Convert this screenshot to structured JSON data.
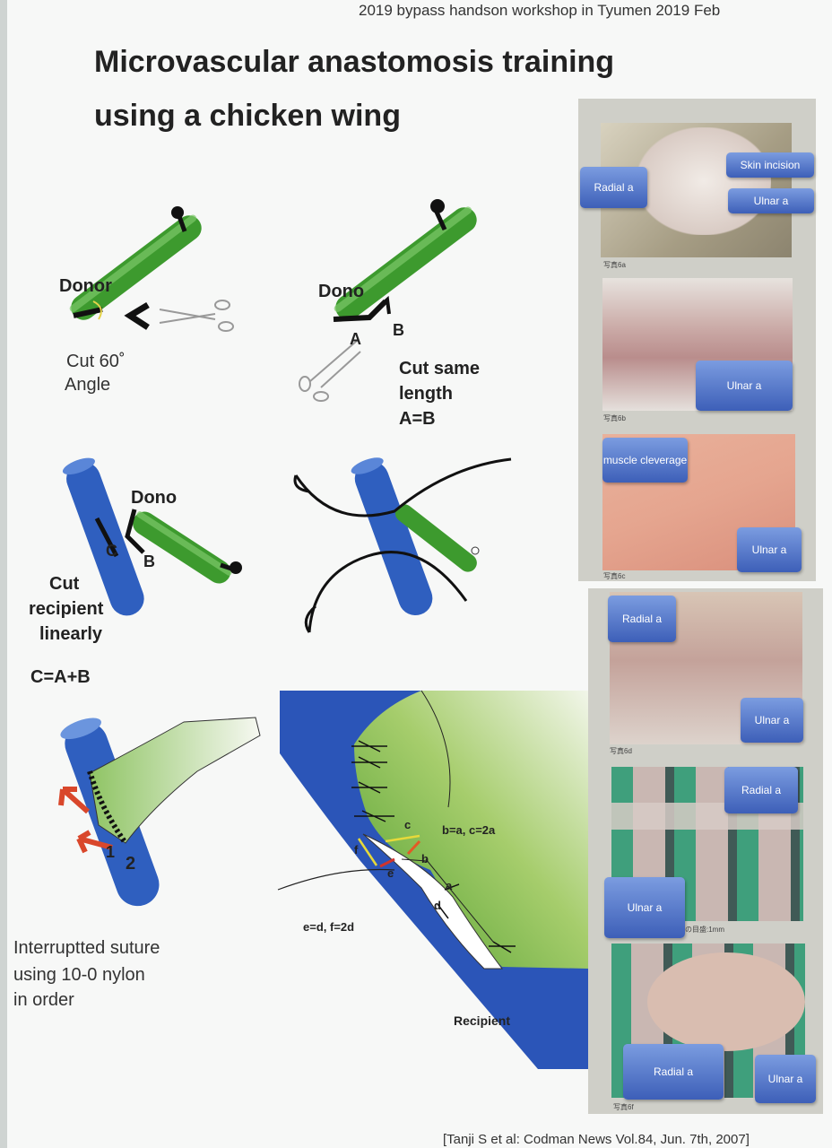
{
  "header": "2019 bypass handson workshop in Tyumen  2019 Feb",
  "title": [
    "Microvascular anastomosis training",
    "using a chicken wing"
  ],
  "step1": {
    "donor": "Donor",
    "caption": [
      "Cut 60˚",
      "Angle"
    ]
  },
  "step2": {
    "donor": "Dono",
    "a": "A",
    "b": "B",
    "caption": [
      "Cut same",
      "length",
      "A=B"
    ]
  },
  "step3": {
    "donor": "Dono",
    "c": "C",
    "b": "B",
    "caption": [
      "Cut",
      "recipient",
      "linearly"
    ],
    "formula": "C=A+B"
  },
  "step5": {
    "n1": "1",
    "n2": "2",
    "caption": [
      "Interruptted suture",
      "using 10-0 nylon",
      "in order"
    ]
  },
  "diagram": {
    "c": "c",
    "b": "b",
    "f": "f",
    "e": "e",
    "a": "a",
    "d": "d",
    "rule1": "b=a, c=2a",
    "rule2": "e=d, f=2d",
    "recipient": "Recipient"
  },
  "photos": {
    "p6a": {
      "caption": "写真6a",
      "labels": [
        "Skin incision",
        "Radial a",
        "Ulnar a"
      ]
    },
    "p6b": {
      "caption": "写真6b",
      "labels": [
        "Ulnar a"
      ]
    },
    "p6c": {
      "caption": "写真6c",
      "labels": [
        "muscle cleverage",
        "Ulnar a"
      ]
    },
    "p6d": {
      "caption": "写真6d",
      "labels": [
        "Radial a",
        "Ulnar a"
      ]
    },
    "p6e": {
      "caption": "の目盛:1mm",
      "labels": [
        "Radial a",
        "Ulnar a"
      ]
    },
    "p6f": {
      "caption": "写真6f",
      "labels": [
        "Radial a",
        "Ulnar a"
      ]
    }
  },
  "citation": "[Tanji S et al: Codman News Vol.84, Jun. 7th, 2007]"
}
